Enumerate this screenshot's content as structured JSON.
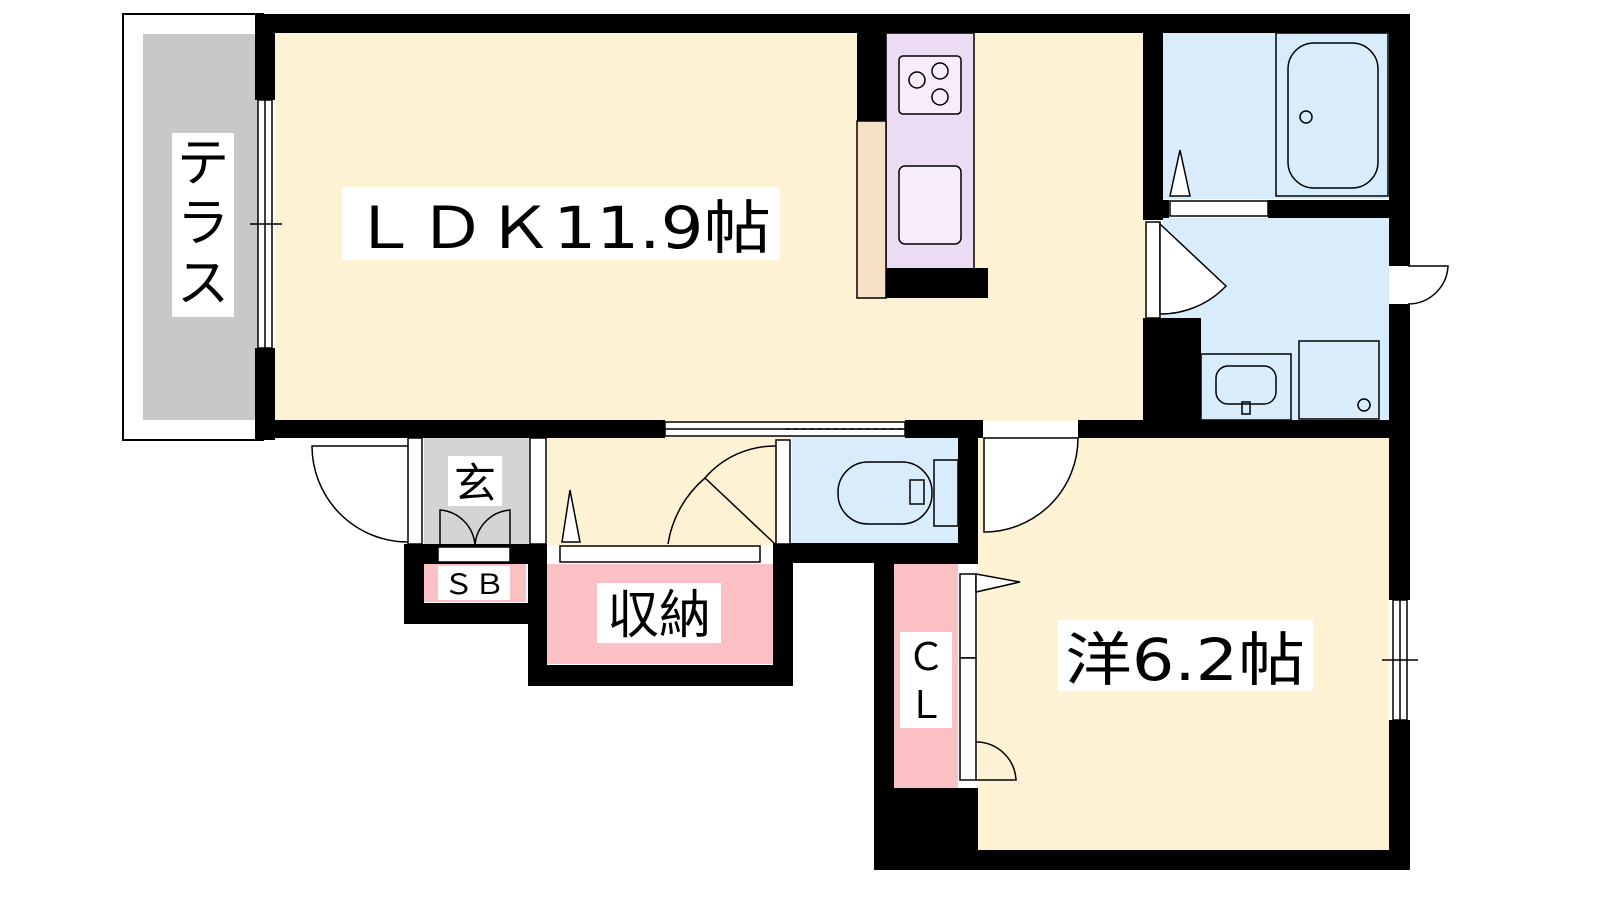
{
  "rooms": {
    "ldk": {
      "label": "ＬＤＫ11.9帖"
    },
    "western": {
      "label": "洋6.2帖"
    },
    "terrace": {
      "label": "テラス"
    },
    "entrance": {
      "label": "玄"
    },
    "shoe_box": {
      "label": "ＳＢ"
    },
    "storage": {
      "label": "収納"
    },
    "closet": {
      "label_1": "Ｃ",
      "label_2": "Ｌ"
    }
  },
  "colors": {
    "living": "#fdf3d4",
    "water": "#d9ecfb",
    "storage": "#fac0c4",
    "terrace": "#c8c8c8",
    "entrance": "#d4d4d4",
    "kitchen": "#ecdcf3",
    "counter": "#f5e2c6",
    "wall": "#000000"
  }
}
